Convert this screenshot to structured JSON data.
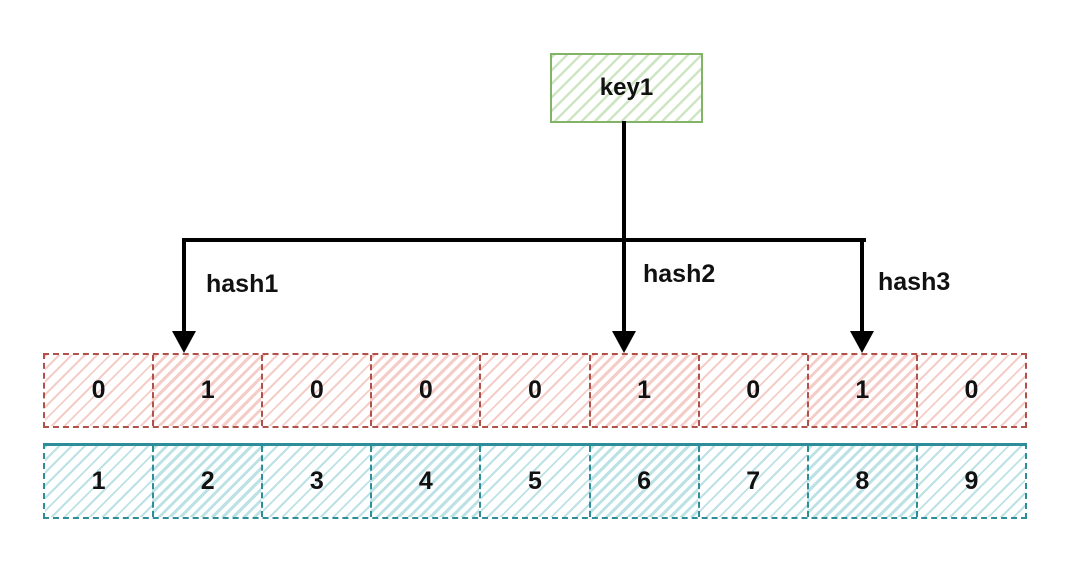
{
  "diagram": {
    "key_box": {
      "label": "key1"
    },
    "hash_labels": [
      {
        "label": "hash1",
        "points_to_index": 2
      },
      {
        "label": "hash2",
        "points_to_index": 6
      },
      {
        "label": "hash3",
        "points_to_index": 8
      }
    ],
    "bit_row": {
      "cells": [
        "0",
        "1",
        "0",
        "0",
        "0",
        "1",
        "0",
        "1",
        "0"
      ]
    },
    "index_row": {
      "cells": [
        "1",
        "2",
        "3",
        "4",
        "5",
        "6",
        "7",
        "8",
        "9"
      ]
    }
  },
  "colors": {
    "key_border": "#82b366",
    "key_hatch": "#cfe6c4",
    "bit_border": "#b0524a",
    "bit_hatch": "#f5cdc8",
    "index_border": "#2d8e9a",
    "index_hatch": "#bde2e6",
    "connector": "#000000",
    "text": "#111111",
    "background": "#ffffff"
  }
}
